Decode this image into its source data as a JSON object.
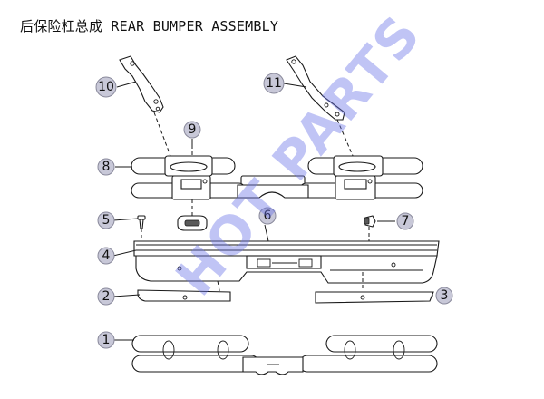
{
  "title": "后保险杠总成 REAR BUMPER ASSEMBLY",
  "callouts": [
    "1",
    "2",
    "3",
    "4",
    "5",
    "6",
    "7",
    "8",
    "9",
    "10",
    "11"
  ],
  "watermark": "HOT PARTS",
  "colors": {
    "callout_fill": "#c8c8d8",
    "watermark": "#6973e6",
    "line": "#1a1a1a"
  }
}
